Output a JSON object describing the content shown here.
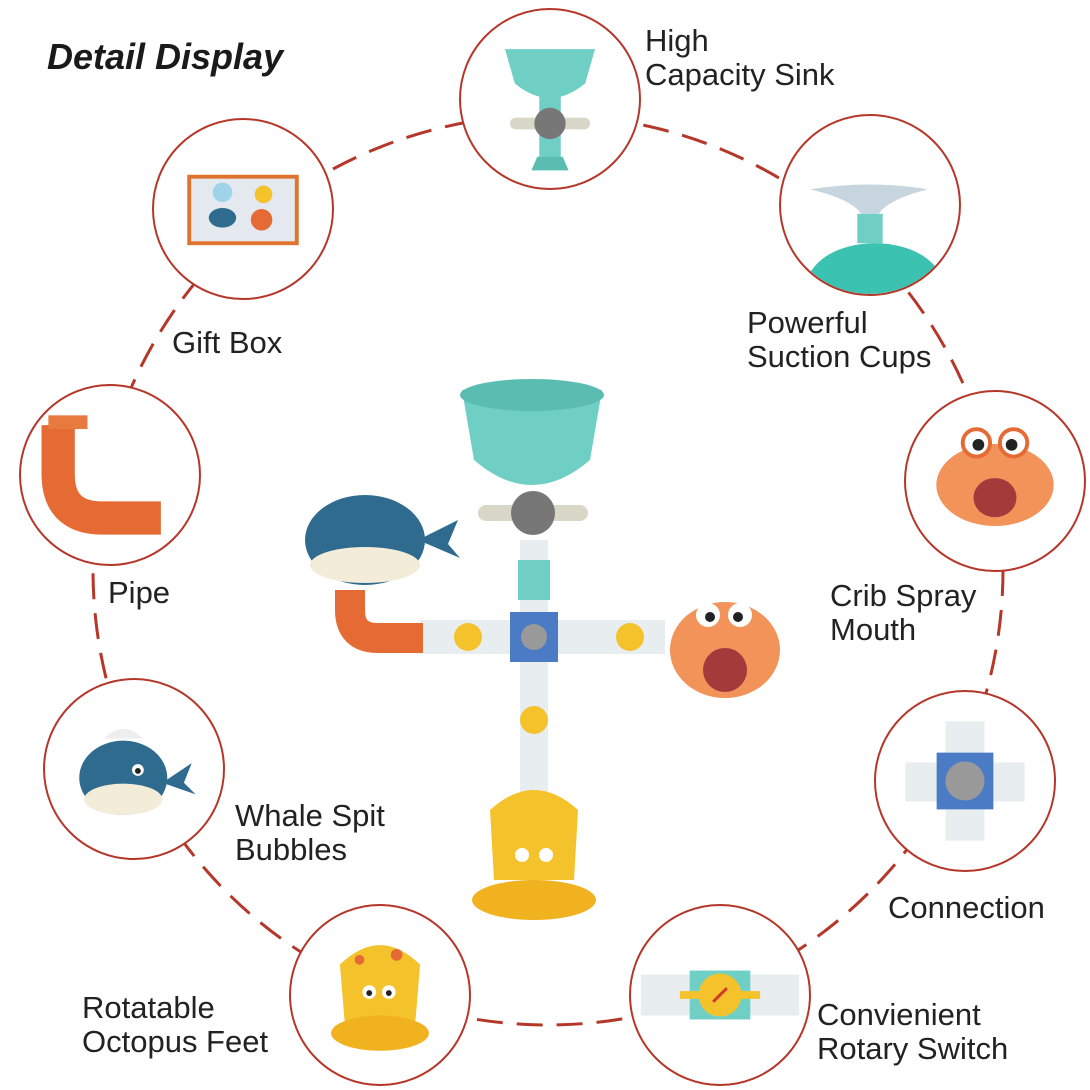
{
  "title": "Detail Display",
  "features": [
    {
      "line1": "High",
      "line2": "Capacity Sink",
      "icon": "sink-icon"
    },
    {
      "line1": "Gift Box",
      "line2": "",
      "icon": "gift-box-icon"
    },
    {
      "line1": "Powerful",
      "line2": "Suction Cups",
      "icon": "suction-cup-icon"
    },
    {
      "line1": "Pipe",
      "line2": "",
      "icon": "pipe-icon"
    },
    {
      "line1": "Crib Spray",
      "line2": "Mouth",
      "icon": "crab-icon"
    },
    {
      "line1": "Whale Spit",
      "line2": "Bubbles",
      "icon": "whale-icon"
    },
    {
      "line1": "Connection",
      "line2": "",
      "icon": "connector-icon"
    },
    {
      "line1": "Rotatable",
      "line2": "Octopus Feet",
      "icon": "octopus-icon"
    },
    {
      "line1": "Convienient",
      "line2": "Rotary Switch",
      "icon": "rotary-switch-icon"
    }
  ],
  "colors": {
    "ring": "#b5372a",
    "teal": "#6fcfc4",
    "orange": "#e56a33",
    "blue": "#2f6b8e",
    "yellow": "#f4c22b"
  }
}
